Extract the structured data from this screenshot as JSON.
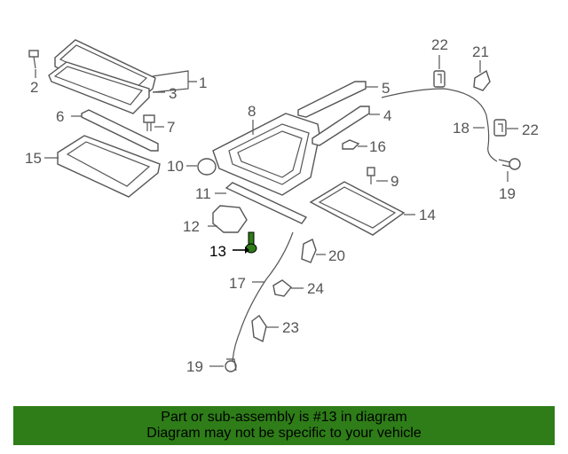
{
  "colors": {
    "highlight": "#2e7d18",
    "line": "#555555",
    "banner_bg": "#2e7d18"
  },
  "labels": {
    "l1": "1",
    "l2": "2",
    "l3": "3",
    "l4": "4",
    "l5": "5",
    "l6": "6",
    "l7": "7",
    "l8": "8",
    "l9": "9",
    "l10": "10",
    "l11": "11",
    "l12": "12",
    "l13": "13",
    "l14": "14",
    "l15": "15",
    "l16": "16",
    "l17": "17",
    "l18": "18",
    "l19a": "19",
    "l19b": "19",
    "l20": "20",
    "l21": "21",
    "l22a": "22",
    "l22b": "22",
    "l23": "23",
    "l24": "24"
  },
  "highlighted_part": "13",
  "banner": {
    "line1": "Part or sub-assembly is #13 in diagram",
    "line2": "Diagram may not be specific to your vehicle"
  }
}
